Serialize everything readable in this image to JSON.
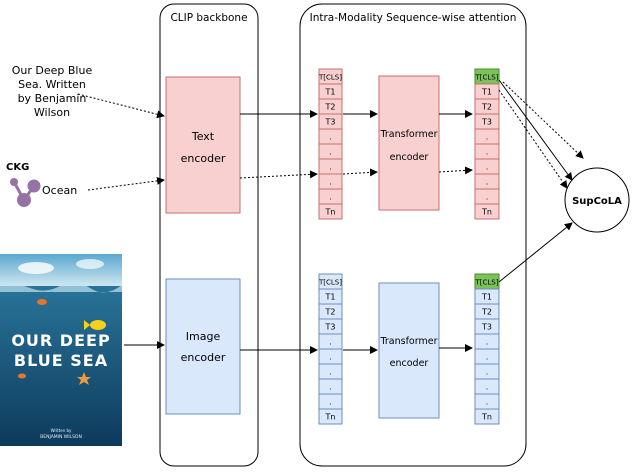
{
  "panels": {
    "clip": "CLIP backbone",
    "attention": "Intra-Modality Sequence-wise attention"
  },
  "inputs": {
    "caption_lines": [
      "Our Deep Blue",
      "Sea. Written",
      "by Benjamin",
      "Wilson"
    ],
    "ckg_label": "CKG",
    "ocean_label": "Ocean",
    "poster": {
      "title_lines": [
        "OUR DEEP",
        "BLUE SEA"
      ],
      "author_small": "Written by",
      "author_name": "BENJAMIN WILSON"
    }
  },
  "encoders": {
    "text": [
      "Text",
      "encoder"
    ],
    "image": [
      "Image",
      "encoder"
    ]
  },
  "transformer": [
    "Transformer",
    "encoder"
  ],
  "token_sequence": [
    "T[CLS]",
    "T1",
    "T2",
    "T3",
    ".",
    ".",
    ".",
    ".",
    ".",
    "Tn"
  ],
  "output": {
    "cls_token": "T[CLS]",
    "label": "SupCoLA"
  },
  "colors": {
    "text_branch_fill": "#f8d0d0",
    "text_branch_stroke": "#c96f6f",
    "image_branch_fill": "#dae8fc",
    "image_branch_stroke": "#6c8ebf",
    "cls_output_fill": "#7cc25a",
    "cls_output_stroke": "#4a8a2a",
    "ckg_node": "#9673a6",
    "line": "#000000"
  }
}
